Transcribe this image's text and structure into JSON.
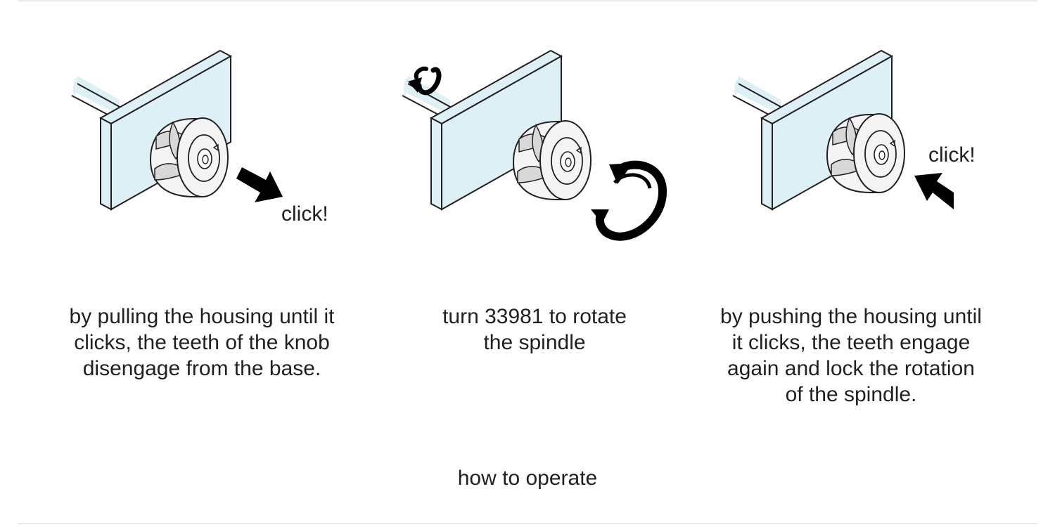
{
  "colors": {
    "panel": "#dcf0f5",
    "line": "#231f20",
    "knob": "#f4f4f4",
    "knob_shade": "#d8d8d8",
    "arrow": "#000000",
    "rule": "#ebebeb"
  },
  "steps": [
    {
      "illustration": "knob-pulled",
      "arrow_icon": "pull-arrow-icon",
      "click_label": "click!",
      "caption_lines": [
        "by pulling the housing until it",
        "clicks, the teeth of the knob",
        "disengage from the base."
      ]
    },
    {
      "illustration": "knob-rotated",
      "arrow_icon": "rotate-arrow-icon",
      "caption_lines": [
        "turn 33981 to rotate",
        "the spindle"
      ]
    },
    {
      "illustration": "knob-pushed",
      "arrow_icon": "push-arrow-icon",
      "click_label": "click!",
      "caption_lines": [
        "by pushing the housing until",
        "it clicks, the teeth engage",
        "again and lock the rotation",
        "of the spindle."
      ]
    }
  ],
  "footer": {
    "title": "how to operate"
  }
}
